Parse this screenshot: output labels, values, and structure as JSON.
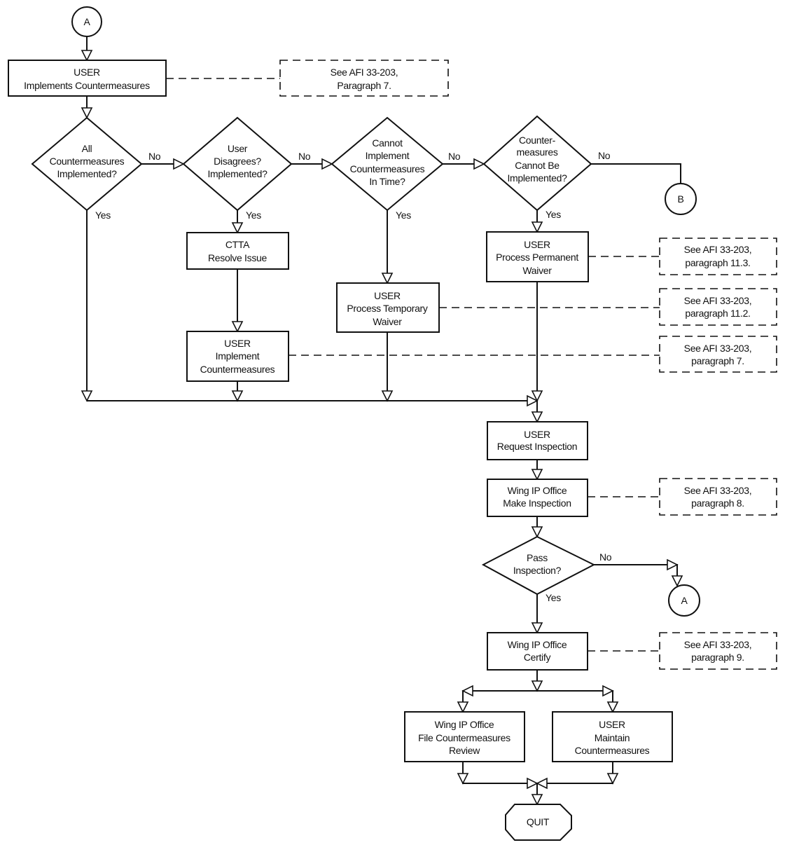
{
  "connectors": {
    "a_top": "A",
    "b": "B",
    "a_bottom": "A"
  },
  "nodes": {
    "implements": [
      "USER",
      "Implements Countermeasures"
    ],
    "d_all": [
      "All",
      "Countermeasures",
      "Implemented?"
    ],
    "d_disagree": [
      "User",
      "Disagrees?",
      "Implemented?"
    ],
    "d_time": [
      "Cannot",
      "Implement",
      "Countermeasures",
      "In Time?"
    ],
    "d_cannot": [
      "Counter-",
      "measures",
      "Cannot Be",
      "Implemented?"
    ],
    "ctta": [
      "CTTA",
      "Resolve Issue"
    ],
    "implement2": [
      "USER",
      "Implement",
      "Countermeasures"
    ],
    "temp_waiver": [
      "USER",
      "Process Temporary",
      "Waiver"
    ],
    "perm_waiver": [
      "USER",
      "Process Permanent",
      "Waiver"
    ],
    "request": [
      "USER",
      "Request Inspection"
    ],
    "make_insp": [
      "Wing IP Office",
      "Make Inspection"
    ],
    "d_pass": [
      "Pass",
      "Inspection?"
    ],
    "certify": [
      "Wing IP Office",
      "Certify"
    ],
    "file": [
      "Wing IP Office",
      "File Countermeasures",
      "Review"
    ],
    "maintain": [
      "USER",
      "Maintain",
      "Countermeasures"
    ],
    "quit": [
      "QUIT"
    ]
  },
  "notes": {
    "n1": [
      "See AFI 33-203,",
      "Paragraph 7."
    ],
    "n2": [
      "See AFI 33-203,",
      "paragraph 11.3."
    ],
    "n3": [
      "See AFI 33-203,",
      "paragraph 11.2."
    ],
    "n4": [
      "See AFI 33-203,",
      "paragraph 7."
    ],
    "n5": [
      "See AFI 33-203,",
      "paragraph 8."
    ],
    "n6": [
      "See AFI 33-203,",
      "paragraph 9."
    ]
  },
  "labels": {
    "no": "No",
    "yes": "Yes"
  }
}
